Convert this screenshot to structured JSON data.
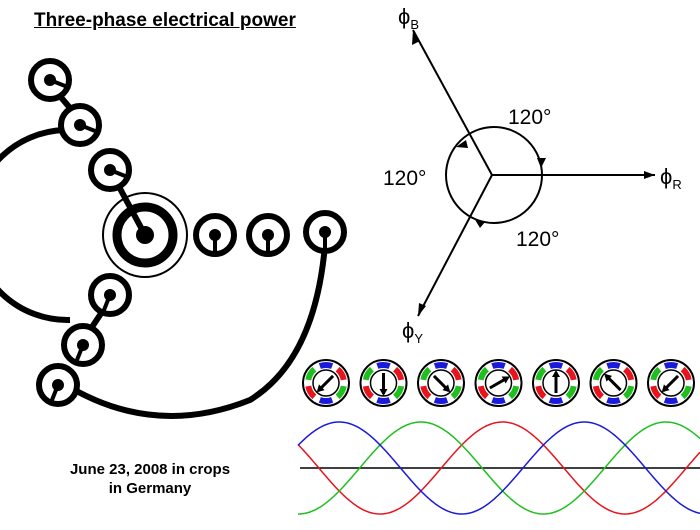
{
  "title": "Three-phase electrical power",
  "caption": {
    "line1": "June 23, 2008 in crops",
    "line2": "in Germany"
  },
  "phasor": {
    "angles": [
      "120°",
      "120°",
      "120°"
    ],
    "labels": {
      "b": "ϕ",
      "b_sub": "B",
      "r": "ϕ",
      "r_sub": "R",
      "y": "ϕ",
      "y_sub": "Y"
    }
  },
  "motor_arrows_deg": [
    225,
    180,
    135,
    60,
    0,
    315,
    225
  ],
  "waves": {
    "colors": {
      "red": "#e8141d",
      "green": "#1fbf1f",
      "blue": "#1a1adb"
    }
  }
}
